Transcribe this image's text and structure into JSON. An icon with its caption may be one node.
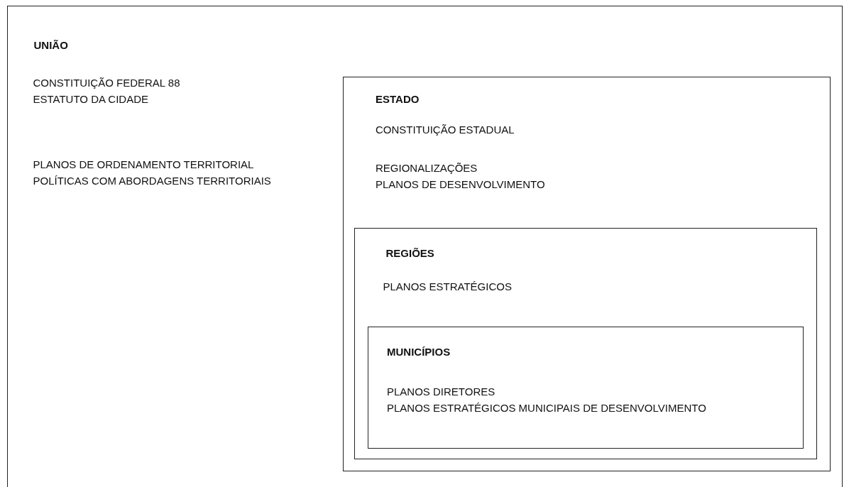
{
  "diagram": {
    "nodes": [
      {
        "text": [
          "UNIÃO",
          "CONSTITUIÇÃO FEDERAL 88",
          "ESTATUTO DA CIDADE",
          "PLANOS DE ORDENAMENTO TERRITORIAL",
          "POLÍTICAS COM ABORDAGENS TERRITORIAIS"
        ]
      },
      {
        "text": [
          "ESTADO",
          "CONSTITUIÇÃO ESTADUAL",
          "REGIONALIZAÇÕES",
          "PLANOS DE DESENVOLVIMENTO"
        ],
        "in": 0
      },
      {
        "text": [
          "REGIÕES",
          "PLANOS ESTRATÉGICOS"
        ],
        "in": 1
      },
      {
        "text": [
          "MUNICÍPIOS",
          "PLANOS DIRETORES",
          "PLANOS ESTRATÉGICOS MUNICIPAIS DE DESENVOLVIMENTO"
        ],
        "in": 2
      }
    ]
  }
}
